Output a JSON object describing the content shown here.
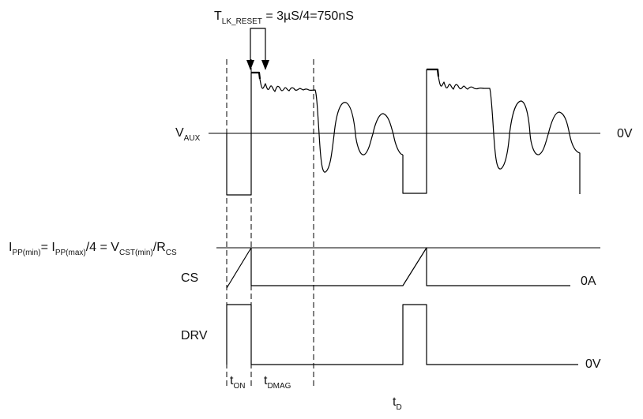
{
  "labels": {
    "tlk_main": "T",
    "tlk_sub": "LK_RESET",
    "tlk_eq": " = 3µS/4=750nS",
    "vaux_main": "V",
    "vaux_sub": "AUX",
    "ref_0v_top": "0V",
    "ipp_i1": "I",
    "ipp_s1": "PP(min)",
    "ipp_t1": "= I",
    "ipp_s2": "PP(max)",
    "ipp_t2": "/4 = V",
    "ipp_s3": "CST(min)",
    "ipp_t3": "/R",
    "ipp_s4": "CS",
    "cs": "CS",
    "ref_0a": "0A",
    "drv": "DRV",
    "ref_0v_bottom": "0V",
    "ton_main": "t",
    "ton_sub": "ON",
    "tdmag_main": "t",
    "tdmag_sub": "DMAG",
    "td_main": "t",
    "td_sub": "D"
  },
  "colors": {
    "line": "#000000",
    "text": "#111111",
    "background": "#ffffff"
  }
}
